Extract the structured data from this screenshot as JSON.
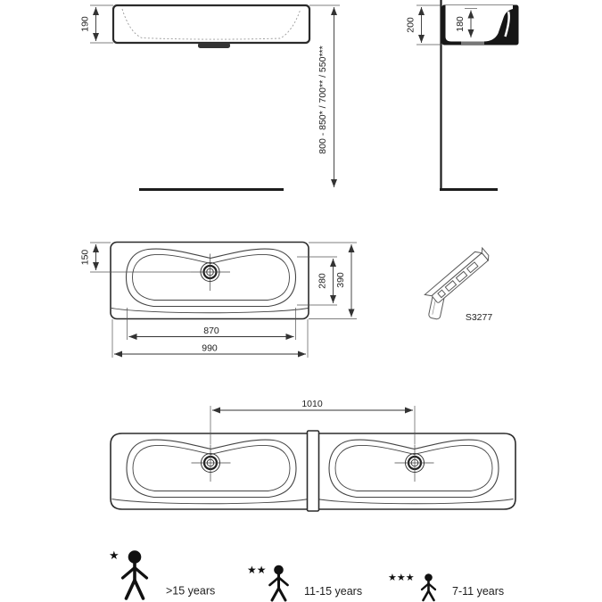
{
  "front_view": {
    "height_dim": "190",
    "install_height_dim": "800 - 850* / 700** / 550***"
  },
  "side_view": {
    "depth_dim": "200",
    "bowl_depth_dim": "180"
  },
  "plan_view": {
    "drain_offset_dim": "150",
    "bowl_depth_dim": "280",
    "overall_depth_dim": "390",
    "bowl_width_dim": "870",
    "overall_width_dim": "990"
  },
  "bracket": {
    "code": "S3277"
  },
  "double_plan_view": {
    "drain_spacing_dim": "1010"
  },
  "legend": {
    "items": [
      {
        "stars": "★",
        "label": ">15 years"
      },
      {
        "stars": "★★",
        "label": "11-15 years"
      },
      {
        "stars": "★★★",
        "label": "7-11 years"
      }
    ]
  }
}
